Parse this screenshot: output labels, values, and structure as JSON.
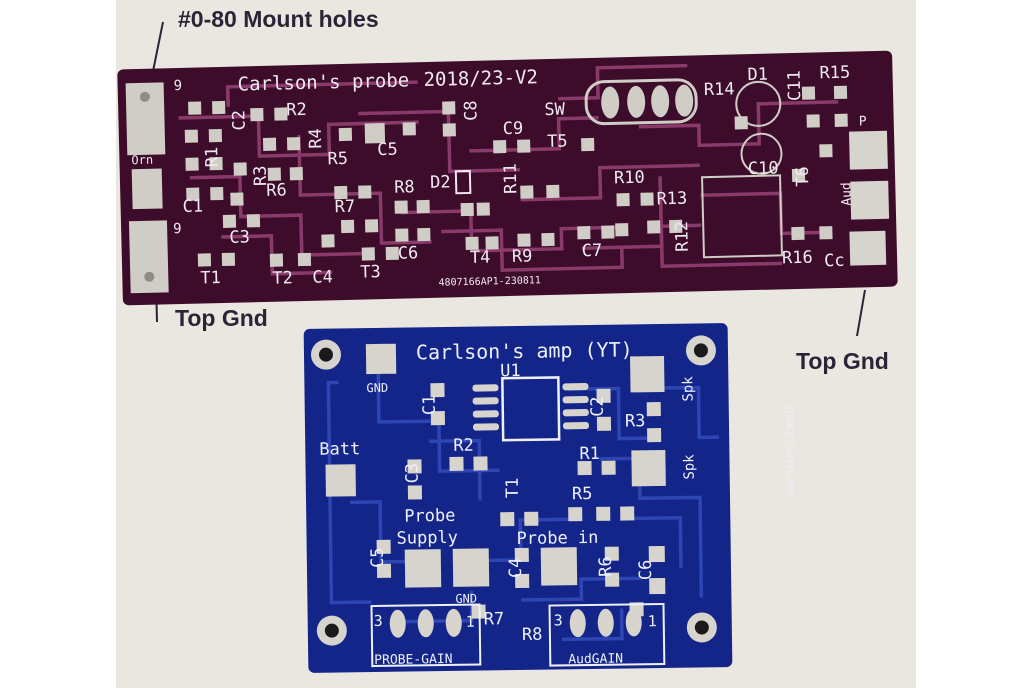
{
  "annotations": {
    "mount_holes": "#0-80 Mount holes",
    "top_gnd_left": "Top Gnd",
    "top_gnd_right": "Top Gnd"
  },
  "probe_board": {
    "title": "Carlson's probe",
    "version": "2018/23-V2",
    "serial": "4807166AP1-230811",
    "colors": {
      "board": "#3c0c2a",
      "trace": "#8a3a6a",
      "pad": "#cfcdc5",
      "silk": "#f0eaf0"
    },
    "labels": {
      "c1": "C1",
      "c2": "C2",
      "c3": "C3",
      "c4": "C4",
      "c5": "C5",
      "c6": "C6",
      "c7": "C7",
      "c8": "C8",
      "c9": "C9",
      "c10": "C10",
      "c11": "C11",
      "r1": "R1",
      "r2": "R2",
      "r3": "R3",
      "r4": "R4",
      "r5": "R5",
      "r6": "R6",
      "r7": "R7",
      "r8": "R8",
      "r9": "R9",
      "r10": "R10",
      "r11": "R11",
      "r12": "R12",
      "r13": "R13",
      "r14": "R14",
      "r15": "R15",
      "r16": "R16",
      "t1": "T1",
      "t2": "T2",
      "t3": "T3",
      "t4": "T4",
      "t5": "T5",
      "t6": "T6",
      "d1": "D1",
      "d2": "D2",
      "sw": "SW",
      "orn": "Orn",
      "aud": "Aud",
      "cc": "Cc",
      "gnd_pad": "9",
      "s_pad": "9",
      "p_pad": "P"
    }
  },
  "amp_board": {
    "title": "Carlson's amp (YT)",
    "serial": "4807166AP2-230811",
    "colors": {
      "board": "#14258a",
      "trace": "#2d46b4",
      "pad": "#d6d4cd",
      "silk": "#eef0f8"
    },
    "labels": {
      "u1": "U1",
      "c1": "C1",
      "c2": "C2",
      "c3": "C3",
      "c4": "C4",
      "c5": "C5",
      "c6": "C6",
      "r1": "R1",
      "r2": "R2",
      "r3": "R3",
      "r5": "R5",
      "r6": "R6",
      "r7": "R7",
      "r8": "R8",
      "t1": "T1",
      "gnd_top": "GND",
      "gnd_supply": "GND",
      "batt": "Batt",
      "spk1": "Spk",
      "spk2": "Spk",
      "probe": "Probe",
      "supply": "Supply",
      "probe_in": "Probe in",
      "probe_gain": "PROBE-GAIN",
      "aud_gain": "AudGAIN",
      "pin3a": "3",
      "pin1a": "1",
      "pin3b": "3",
      "pin1b": "1"
    }
  }
}
